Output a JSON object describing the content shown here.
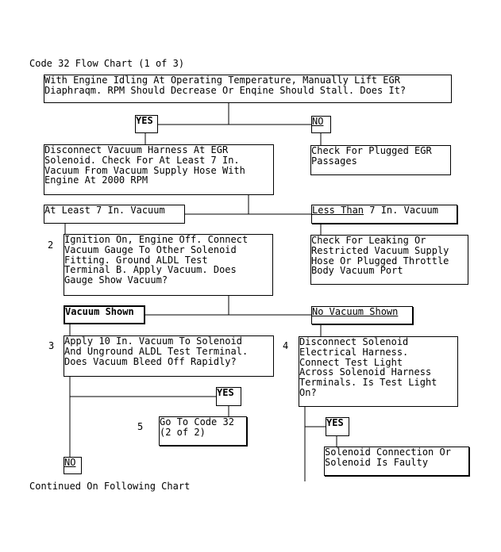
{
  "title": "Code 32 Flow Chart (1 of 3)",
  "footer": "Continued On Following Chart",
  "boxes": {
    "b1": "With Engine Idling At Operating Temperature, Manually Lift EGR\nDiaphraqm. RPM Should Decrease Or Enqine Should Stall. Does It?",
    "yes1": "YES",
    "no1": "NO",
    "b2": "Disconnect Vacuum Harness At EGR\nSolenoid. Check For At Least 7 In.\nVacuum From Vacuum Supply Hose With\nEngine At 2000 RPM",
    "b3": "Check For Plugged EGR\nPassages",
    "atleast": "At Least 7 In. Vacuum",
    "lessthan_u": "Less Than",
    "lessthan_rest": " 7 In. Vacuum",
    "step2": "2",
    "b4": "Ignition On, Engine Off. Connect\nVacuum Gauge To Other Solenoid\nFitting. Ground ALDL Test\nTerminal B. Apply Vacuum. Does\nGauge Show Vacuum?",
    "b5": "Check For Leaking Or\nRestricted Vacuum Supply\nHose Or Plugged Throttle\nBody Vacuum Port",
    "vacshown": "Vacuum Shown",
    "novac": "No Vacuum Shown",
    "step3": "3",
    "b6": "Apply 10 In. Vacuum To Solenoid\nAnd Unground ALDL Test Terminal.\nDoes Vacuum Bleed Off Rapidly?",
    "step4": "4",
    "b7": "Disconnect Solenoid\nElectrical Harness.\nConnect Test Light\nAcross Solenoid Harness\nTerminals. Is Test Light\nOn?",
    "yes2": "YES",
    "step5": "5",
    "b8": "Go To Code 32\n(2 of 2)",
    "yes3": "YES",
    "b9": "Solenoid Connection Or\nSolenoid Is Faulty",
    "no2": "NO"
  }
}
